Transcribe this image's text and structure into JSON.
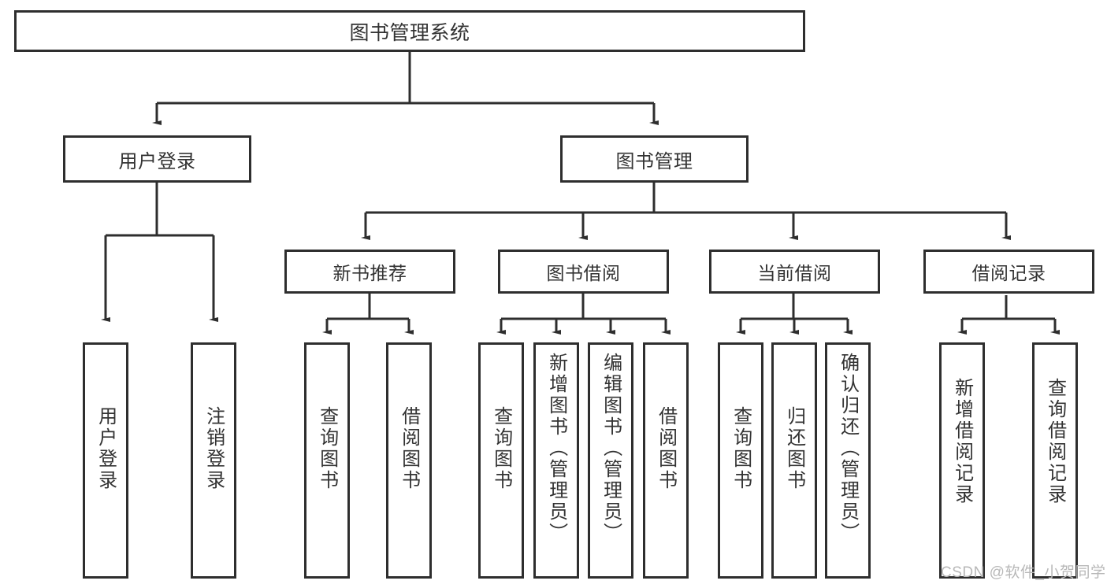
{
  "diagram": {
    "type": "hierarchy-tree",
    "title": "图书管理系统",
    "root": {
      "label": "图书管理系统"
    },
    "level1": [
      {
        "label": "用户登录"
      },
      {
        "label": "图书管理"
      }
    ],
    "level2": [
      {
        "label": "新书推荐"
      },
      {
        "label": "图书借阅"
      },
      {
        "label": "当前借阅"
      },
      {
        "label": "借阅记录"
      }
    ],
    "leaves": {
      "user_login": [
        {
          "label": "用户登录"
        },
        {
          "label": "注销登录"
        }
      ],
      "new_book_recommend": [
        {
          "label": "查询图书"
        },
        {
          "label": "借阅图书"
        }
      ],
      "book_borrow": [
        {
          "label": "查询图书"
        },
        {
          "label": "新增图书（管理员）"
        },
        {
          "label": "编辑图书（管理员）"
        },
        {
          "label": "借阅图书"
        }
      ],
      "current_borrow": [
        {
          "label": "查询图书"
        },
        {
          "label": "归还图书"
        },
        {
          "label": "确认归还（管理员）"
        }
      ],
      "borrow_record": [
        {
          "label": "新增借阅记录"
        },
        {
          "label": "查询借阅记录"
        }
      ]
    }
  },
  "watermark": {
    "text": "CSDN @软件_小贺同学"
  },
  "colors": {
    "stroke": "#2e2e2e",
    "text": "#333333",
    "background": "#ffffff",
    "watermark": "#b8b8b8"
  }
}
